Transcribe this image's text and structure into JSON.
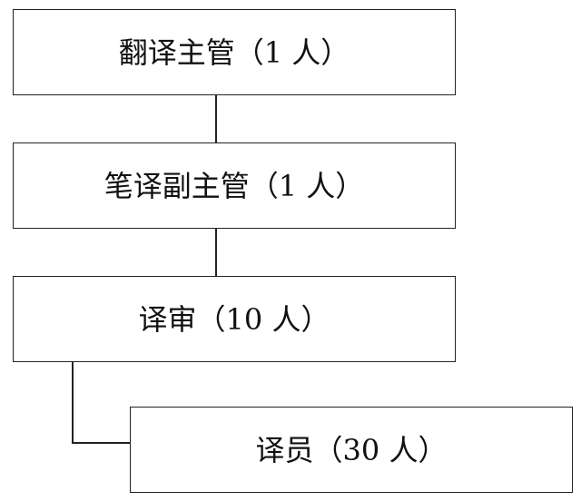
{
  "org_chart": {
    "nodes": [
      {
        "label": "翻译主管（1 人）"
      },
      {
        "label": "笔译副主管（1 人）"
      },
      {
        "label": "译审（10 人）"
      },
      {
        "label": "译员（30 人）"
      }
    ]
  }
}
